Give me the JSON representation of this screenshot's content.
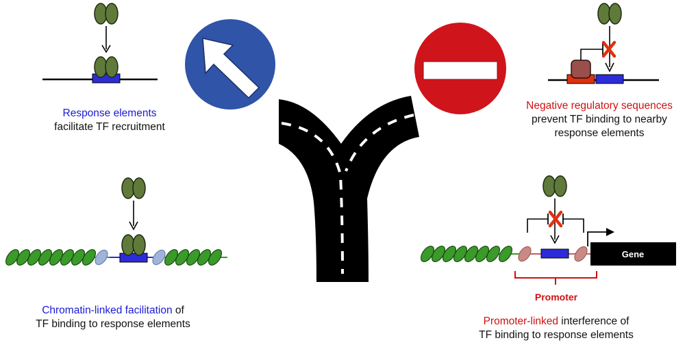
{
  "panels": {
    "top_left": {
      "highlight": "Response elements",
      "rest": "facilitate TF recruitment"
    },
    "top_right": {
      "highlight": "Negative regulatory sequences",
      "line2": "prevent  TF binding to nearby",
      "line3": "response elements"
    },
    "bottom_left": {
      "highlight": "Chromatin-linked facilitation",
      "rest": " of",
      "line2": "TF binding to response elements"
    },
    "bottom_right": {
      "highlight": "Promoter-linked",
      "rest": " interference of",
      "line2": "TF binding to response elements"
    }
  },
  "labels": {
    "gene": "Gene",
    "promoter": "Promoter"
  },
  "colors": {
    "tf": "#5f7a3a",
    "response_element": "#2c2cd8",
    "negative_element": "#e03010",
    "repressor": "#9a4f4a",
    "nucleosome": "#3a9a2a",
    "sign_blue": "#2f54a8",
    "sign_red": "#d0141c",
    "block_x": "#e03010"
  },
  "icons": [
    "arrow-sign-icon",
    "no-entry-sign-icon",
    "forked-road-icon"
  ]
}
